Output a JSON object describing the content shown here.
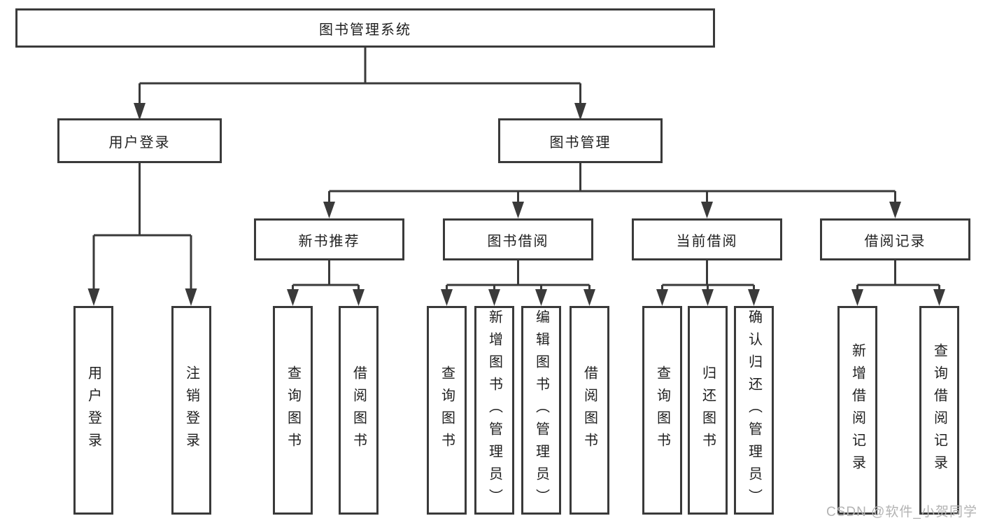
{
  "diagram": {
    "root_label": "图书管理系统",
    "groups": [
      {
        "label": "用户登录",
        "leaves": [
          {
            "label": "用户登录"
          },
          {
            "label": "注销登录"
          }
        ]
      },
      {
        "label": "图书管理",
        "sections": [
          {
            "label": "新书推荐",
            "leaves": [
              {
                "label": "查询图书"
              },
              {
                "label": "借阅图书"
              }
            ]
          },
          {
            "label": "图书借阅",
            "leaves": [
              {
                "label": "查询图书"
              },
              {
                "label": "新增图书（管理员）"
              },
              {
                "label": "编辑图书（管理员）"
              },
              {
                "label": "借阅图书"
              }
            ]
          },
          {
            "label": "当前借阅",
            "leaves": [
              {
                "label": "查询图书"
              },
              {
                "label": "归还图书"
              },
              {
                "label": "确认归还（管理员）"
              }
            ]
          },
          {
            "label": "借阅记录",
            "leaves": [
              {
                "label": "新增借阅记录"
              },
              {
                "label": "查询借阅记录"
              }
            ]
          }
        ]
      }
    ]
  },
  "watermark": {
    "text": "CSDN @软件_小贺同学"
  },
  "colors": {
    "line": "#3a3a3a",
    "box_border": "#3a3a3a",
    "text": "#1f1f1f",
    "watermark": "#b3b3b3",
    "background": "#ffffff"
  }
}
